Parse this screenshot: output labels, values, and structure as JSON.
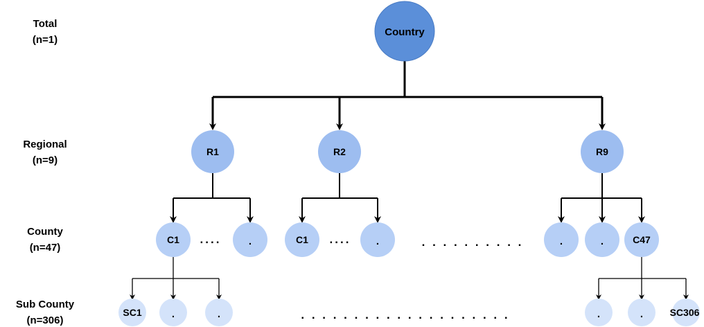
{
  "levels": [
    {
      "name": "Total",
      "count": "(n=1)"
    },
    {
      "name": "Regional",
      "count": "(n=9)"
    },
    {
      "name": "County",
      "count": "(n=47)"
    },
    {
      "name": "Sub County",
      "count": "(n=306)"
    }
  ],
  "nodes": {
    "country": "Country",
    "r1": "R1",
    "r2": "R2",
    "r9": "R9",
    "r1_c1": "C1",
    "r1_c_more": ".",
    "r2_c1": "C1",
    "r2_c_more": ".",
    "r9_c_a": ".",
    "r9_c_b": ".",
    "r9_c47": "C47",
    "sc1": "SC1",
    "sc_a": ".",
    "sc_b": ".",
    "sc_c": ".",
    "sc_d": ".",
    "sc306": "SC306"
  },
  "ellipses": {
    "county_r1": "....",
    "county_r2": "....",
    "county_gap": ". . . . . . . . . .",
    "subcounty_gap": ". . . . . . . . . . . . . . . . . . . ."
  },
  "colors": {
    "root": "#5b8fd9",
    "root_stroke": "#4a7cc4",
    "regional": "#9dbdf0",
    "county": "#b6cff6",
    "subcounty": "#d4e3fa",
    "line": "#000000"
  }
}
